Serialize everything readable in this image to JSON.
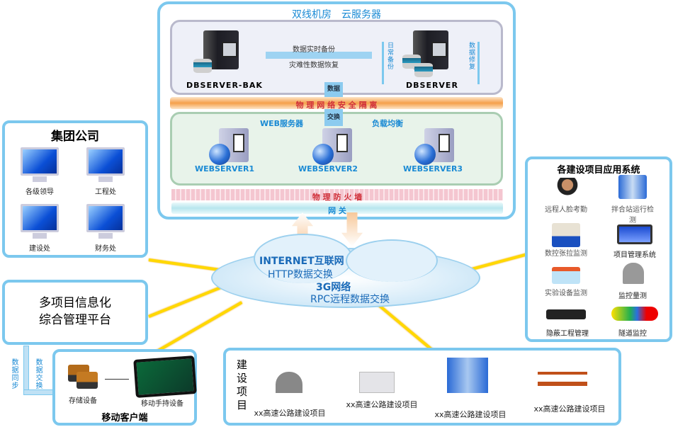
{
  "datacenter": {
    "title": "双线机房　云服务器",
    "db_backup": "DBSERVER-BAK",
    "db_main": "DBSERVER",
    "sync_top": "数据实时备份",
    "sync_bottom": "灾难性数据恢复",
    "daily_backup": "日常备份",
    "data_repair": "数据修复",
    "isolation": "物 理 网 络 安 全 隔 离",
    "exchange_top": "数据",
    "exchange_bottom": "交换",
    "web_label": "WEB服务器",
    "lb_label": "负载均衡",
    "web_servers": [
      "WEBSERVER1",
      "WEBSERVER2",
      "WEBSERVER3"
    ],
    "firewall": "物 理 防 火 墙",
    "gateway": "网 关"
  },
  "group": {
    "title": "集团公司",
    "items": [
      "各级领导",
      "工程处",
      "建设处",
      "财务处"
    ]
  },
  "platform": {
    "title_line1": "多项目信息化",
    "title_line2": "综合管理平台"
  },
  "cloud": {
    "line1": "INTERNET互联网",
    "line2": "HTTP数据交换",
    "line3": "3G网络",
    "line4": "RPC远程数据交换"
  },
  "mobile": {
    "title": "移动客户端",
    "storage": "存储设备",
    "handheld": "移动手持设备",
    "sync": "数据同步",
    "exchange": "数据交换"
  },
  "projects": {
    "title": "建设项目",
    "items": [
      "xx高速公路建设项目",
      "xx高速公路建设项目",
      "xx高速公路建设项目",
      "xx高速公路建设项目"
    ]
  },
  "apps": {
    "title": "各建设项目应用系统",
    "items": [
      "远程人脸考勤",
      "拌合站运行检测",
      "数控张拉监测",
      "项目管理系统",
      "实验设备监测",
      "监控量测",
      "隐蔽工程管理",
      "隧道监控"
    ]
  },
  "colors": {
    "border": "#7cc8ee",
    "accent_text": "#1a8ad4",
    "isolation": "#f5a04a",
    "firewall": "#f4b8c4",
    "bolt": "#ffd800"
  }
}
